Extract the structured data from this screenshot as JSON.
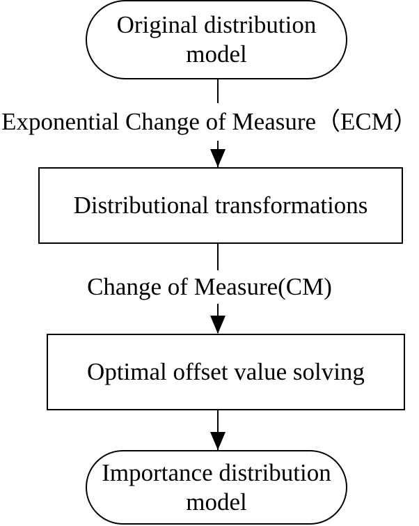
{
  "nodes": {
    "start": {
      "lines": [
        "Original distribution",
        "model"
      ]
    },
    "transform": {
      "label": "Distributional transformations"
    },
    "solve": {
      "label": "Optimal offset value solving"
    },
    "end": {
      "lines": [
        "Importance distribution",
        "model"
      ]
    }
  },
  "edges": {
    "ecm": {
      "label": "Exponential Change of Measure（ECM）"
    },
    "cm": {
      "label": "Change of Measure(CM)"
    }
  }
}
